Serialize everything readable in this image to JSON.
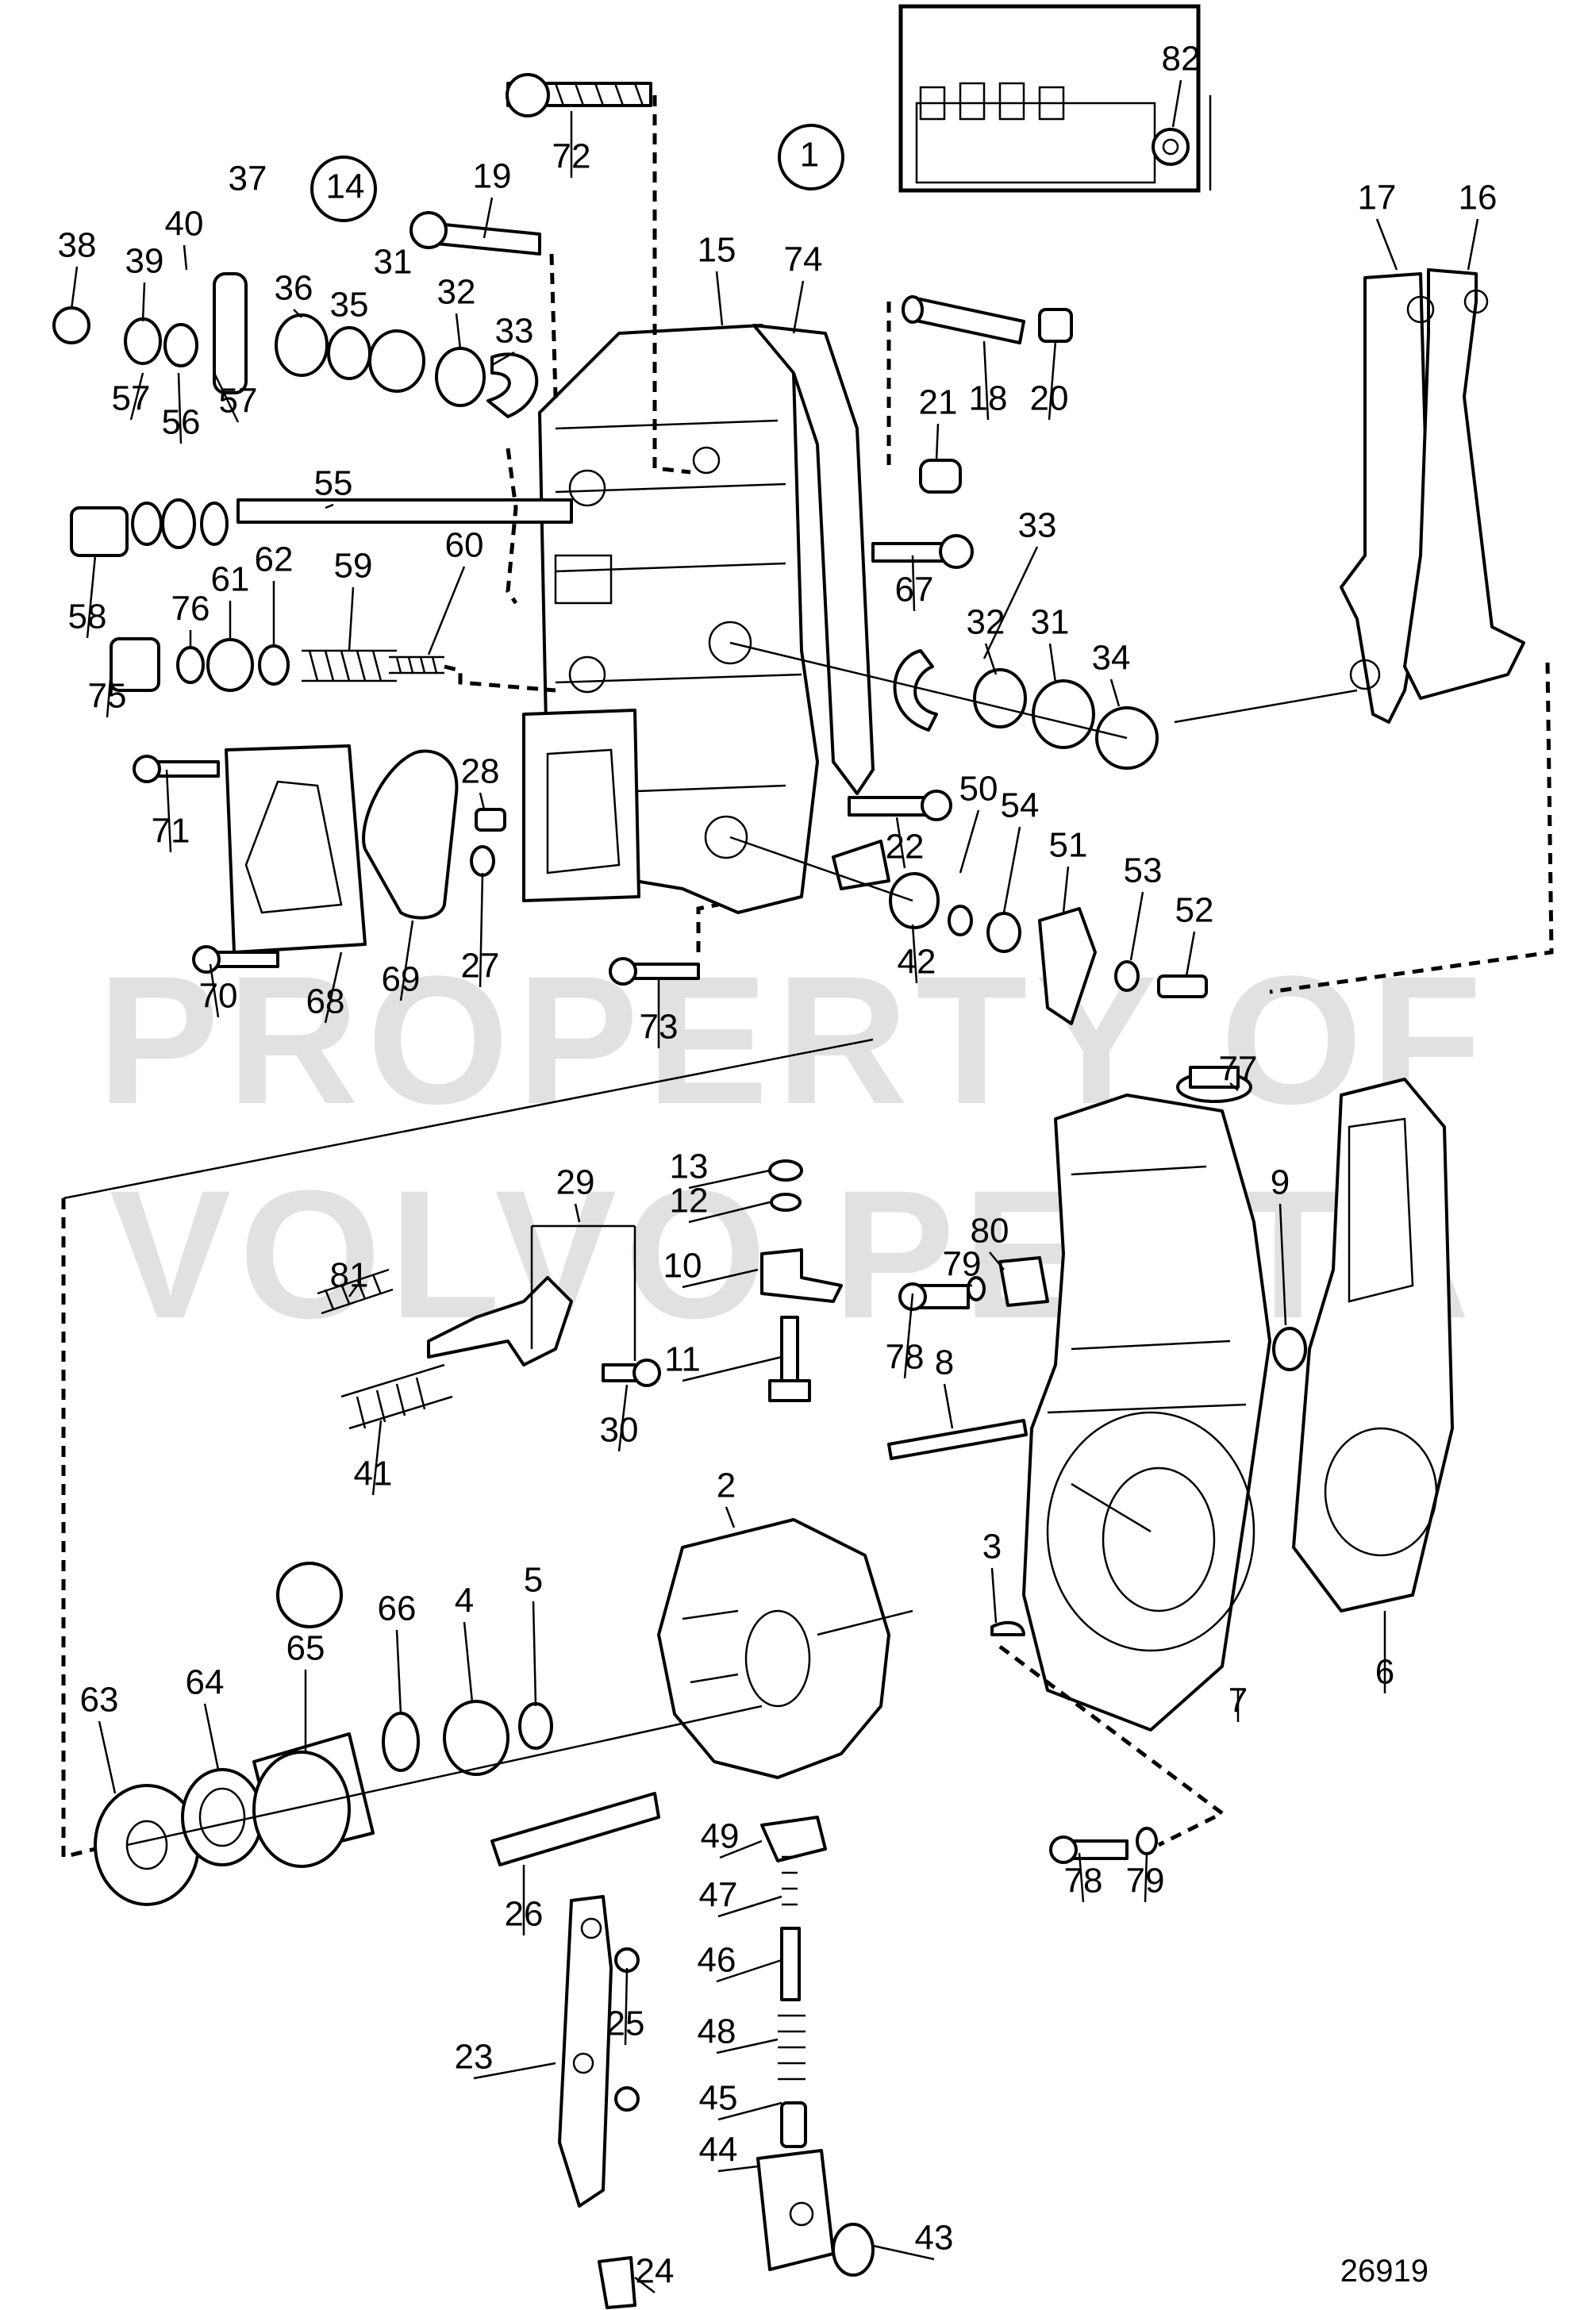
{
  "figure": {
    "reference_number": "26919",
    "watermark_line1": "PROPERTY OF",
    "watermark_line2": "VOLVO PENTA"
  },
  "group_markers": [
    "1",
    "14",
    ""
  ],
  "callouts": [
    "82",
    "72",
    "1",
    "37",
    "14",
    "19",
    "17",
    "16",
    "15",
    "74",
    "38",
    "39",
    "40",
    "31",
    "32",
    "33",
    "36",
    "35",
    "21",
    "18",
    "20",
    "57",
    "56",
    "57",
    "55",
    "58",
    "75",
    "76",
    "61",
    "62",
    "59",
    "60",
    "67",
    "33",
    "32",
    "31",
    "34",
    "71",
    "28",
    "50",
    "54",
    "22",
    "51",
    "53",
    "52",
    "27",
    "42",
    "70",
    "68",
    "69",
    "73",
    "77",
    "13",
    "12",
    "80",
    "29",
    "79",
    "9",
    "10",
    "78",
    "81",
    "11",
    "8",
    "30",
    "41",
    "2",
    "3",
    "5",
    "4",
    "66",
    "65",
    "63",
    "64",
    "6",
    "7",
    "49",
    "47",
    "26",
    "78",
    "79",
    "46",
    "25",
    "48",
    "23",
    "45",
    "44",
    "24",
    "43"
  ]
}
